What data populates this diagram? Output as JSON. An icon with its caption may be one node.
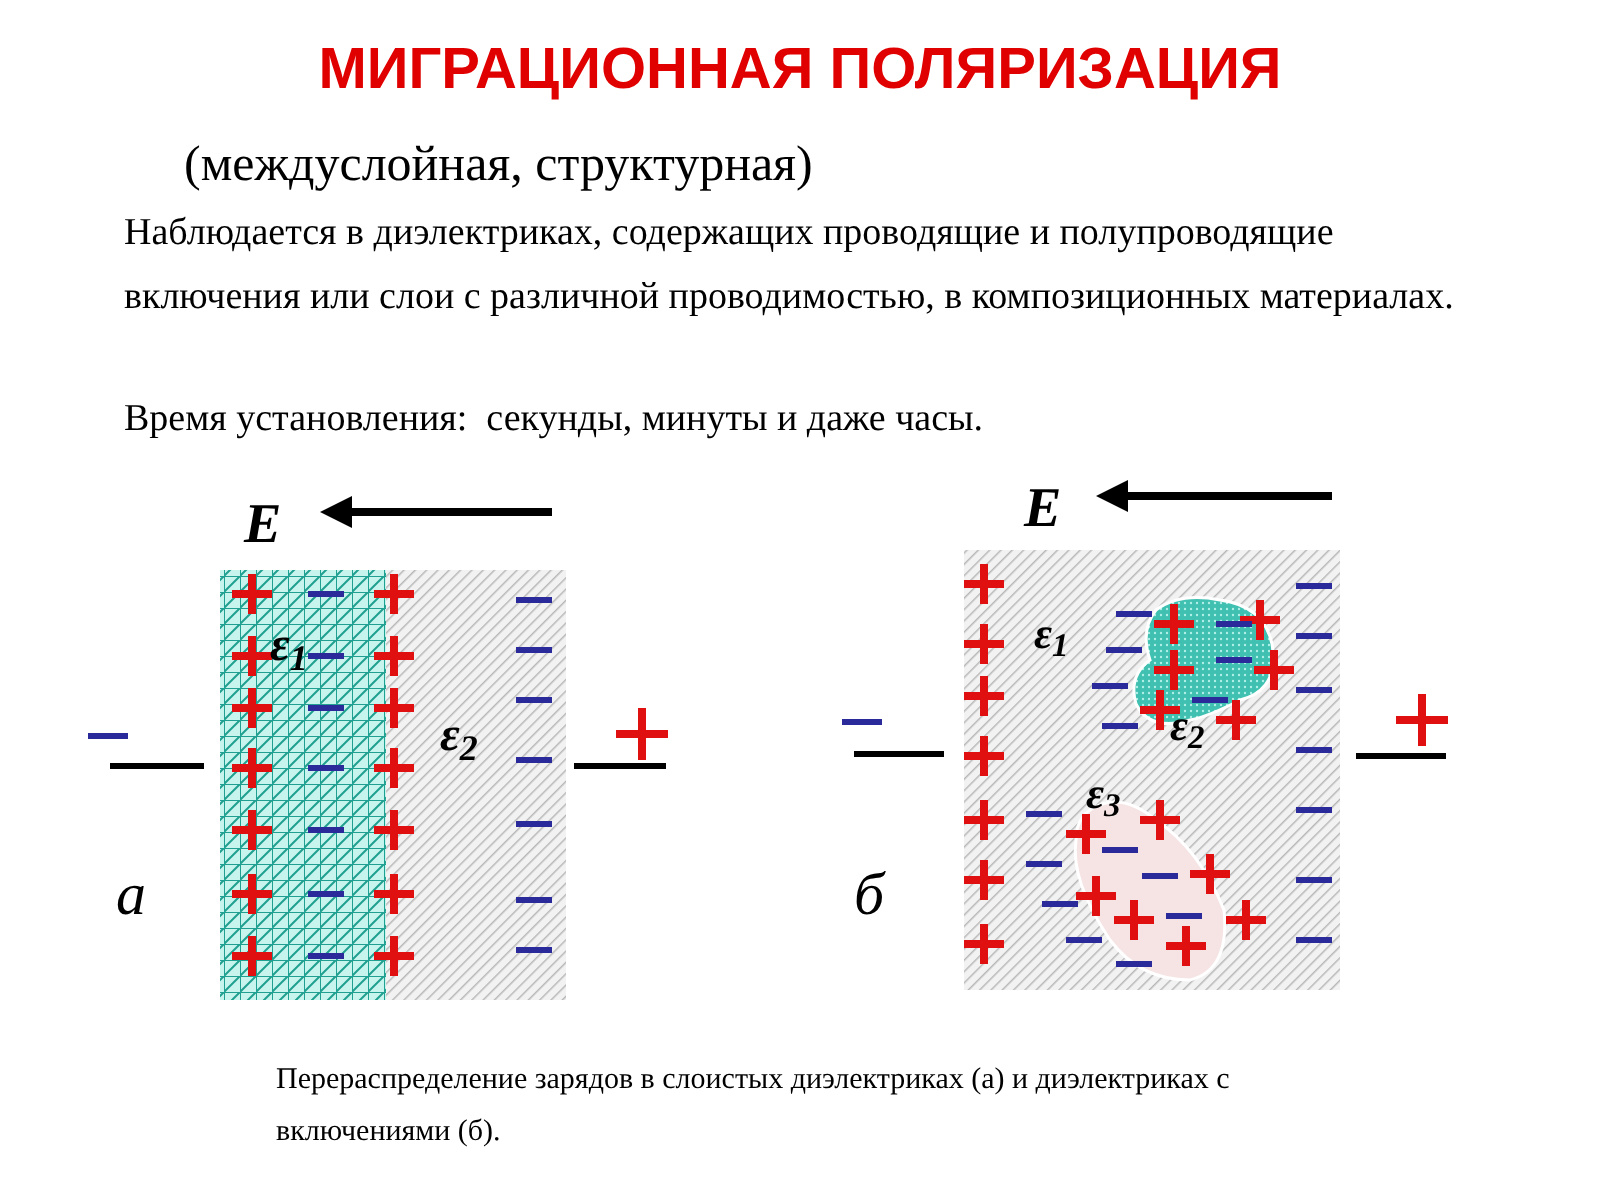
{
  "diagram": {
    "title": "МИГРАЦИОННАЯ ПОЛЯРИЗАЦИЯ",
    "caption": "Перераспределение зарядов в слоистых диэлектриках (а) и диэлектриках с включениями (б).",
    "labels": [
      "(междуслойная, структурная)",
      "Наблюдается в диэлектриках, содержащих проводящие и полупроводящие включения или слои с различной проводимостью, в композиционных материалах.",
      "Время установления:  секунды, минуты и даже часы.",
      "E",
      "ε$_{1}$",
      "ε$_{2}$",
      "а",
      "E",
      "ε$_{1}$",
      "ε$_{2}$",
      "ε$_{3}$",
      "б"
    ]
  }
}
